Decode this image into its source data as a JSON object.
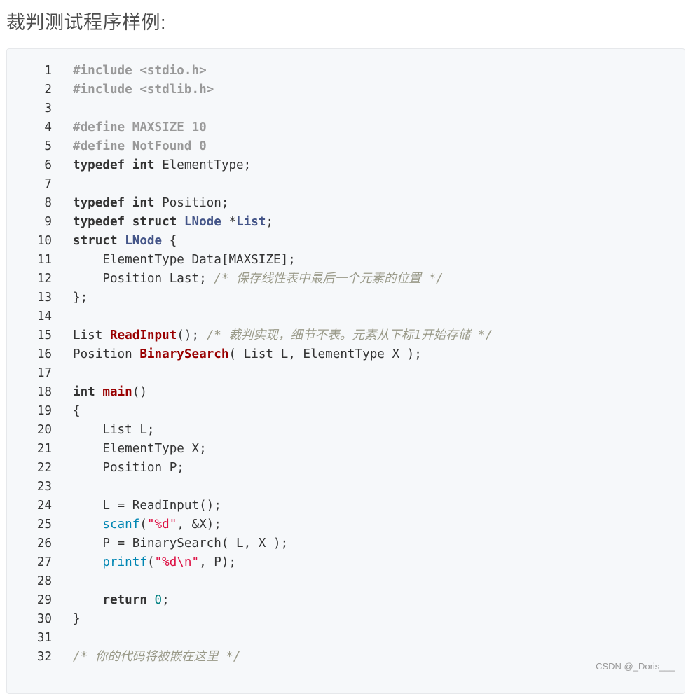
{
  "heading": "裁判测试程序样例:",
  "watermark": "CSDN @_Doris___",
  "colors": {
    "keyword": "#333333",
    "preprocessor": "#999999",
    "function": "#990000",
    "type": "#445588",
    "comment": "#999988",
    "string": "#dd1144",
    "number": "#008080",
    "builtin": "#0086b3"
  },
  "code_lines": [
    [
      [
        "pp",
        "#include <stdio.h>"
      ]
    ],
    [
      [
        "pp",
        "#include <stdlib.h>"
      ]
    ],
    [],
    [
      [
        "pp",
        "#define MAXSIZE 10"
      ]
    ],
    [
      [
        "pp",
        "#define NotFound 0"
      ]
    ],
    [
      [
        "kw",
        "typedef"
      ],
      [
        "pl",
        " "
      ],
      [
        "kw",
        "int"
      ],
      [
        "pl",
        " ElementType;"
      ]
    ],
    [],
    [
      [
        "kw",
        "typedef"
      ],
      [
        "pl",
        " "
      ],
      [
        "kw",
        "int"
      ],
      [
        "pl",
        " Position;"
      ]
    ],
    [
      [
        "kw",
        "typedef"
      ],
      [
        "pl",
        " "
      ],
      [
        "kw",
        "struct"
      ],
      [
        "pl",
        " "
      ],
      [
        "ty",
        "LNode"
      ],
      [
        "pl",
        " *"
      ],
      [
        "ty",
        "List"
      ],
      [
        "pl",
        ";"
      ]
    ],
    [
      [
        "kw",
        "struct"
      ],
      [
        "pl",
        " "
      ],
      [
        "ty",
        "LNode"
      ],
      [
        "pl",
        " {"
      ]
    ],
    [
      [
        "pl",
        "    ElementType Data[MAXSIZE];"
      ]
    ],
    [
      [
        "pl",
        "    Position Last; "
      ],
      [
        "cm",
        "/* 保存线性表中最后一个元素的位置 */"
      ]
    ],
    [
      [
        "pl",
        "};"
      ]
    ],
    [],
    [
      [
        "pl",
        "List "
      ],
      [
        "fn",
        "ReadInput"
      ],
      [
        "pl",
        "(); "
      ],
      [
        "cm",
        "/* 裁判实现，细节不表。元素从下标1开始存储 */"
      ]
    ],
    [
      [
        "pl",
        "Position "
      ],
      [
        "fn",
        "BinarySearch"
      ],
      [
        "pl",
        "( List L, ElementType X );"
      ]
    ],
    [],
    [
      [
        "kw",
        "int"
      ],
      [
        "pl",
        " "
      ],
      [
        "fn",
        "main"
      ],
      [
        "pl",
        "()"
      ]
    ],
    [
      [
        "pl",
        "{"
      ]
    ],
    [
      [
        "pl",
        "    List L;"
      ]
    ],
    [
      [
        "pl",
        "    ElementType X;"
      ]
    ],
    [
      [
        "pl",
        "    Position P;"
      ]
    ],
    [],
    [
      [
        "pl",
        "    L = ReadInput();"
      ]
    ],
    [
      [
        "pl",
        "    "
      ],
      [
        "bi",
        "scanf"
      ],
      [
        "pl",
        "("
      ],
      [
        "st",
        "\"%d\""
      ],
      [
        "pl",
        ", &X);"
      ]
    ],
    [
      [
        "pl",
        "    P = BinarySearch( L, X );"
      ]
    ],
    [
      [
        "pl",
        "    "
      ],
      [
        "bi",
        "printf"
      ],
      [
        "pl",
        "("
      ],
      [
        "st",
        "\"%d\\n\""
      ],
      [
        "pl",
        ", P);"
      ]
    ],
    [],
    [
      [
        "pl",
        "    "
      ],
      [
        "kw",
        "return"
      ],
      [
        "pl",
        " "
      ],
      [
        "nu",
        "0"
      ],
      [
        "pl",
        ";"
      ]
    ],
    [
      [
        "pl",
        "}"
      ]
    ],
    [],
    [
      [
        "cm",
        "/* 你的代码将被嵌在这里 */"
      ]
    ]
  ],
  "line_numbers": [
    "1",
    "2",
    "3",
    "4",
    "5",
    "6",
    "7",
    "8",
    "9",
    "10",
    "11",
    "12",
    "13",
    "14",
    "15",
    "16",
    "17",
    "18",
    "19",
    "20",
    "21",
    "22",
    "23",
    "24",
    "25",
    "26",
    "27",
    "28",
    "29",
    "30",
    "31",
    "32"
  ]
}
